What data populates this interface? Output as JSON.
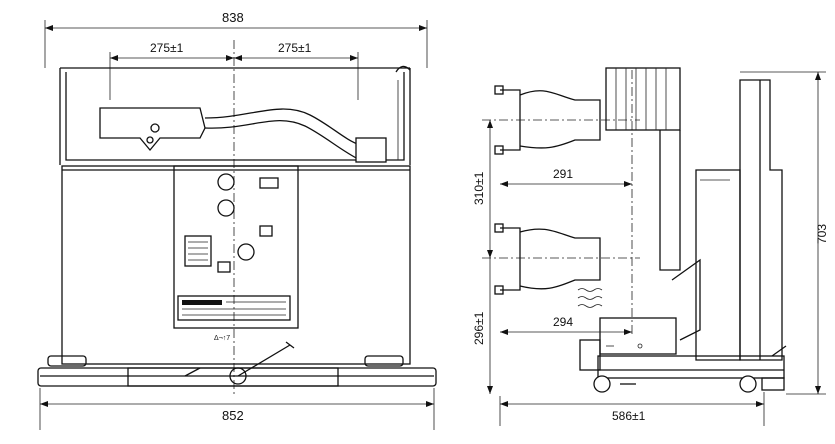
{
  "front_view": {
    "dim_top_width": "838",
    "dim_left_pitch": "275±1",
    "dim_right_pitch": "275±1",
    "dim_bottom_width": "852",
    "nameplate_text": "Δ¬↑7"
  },
  "side_view": {
    "dim_upper_depth": "291",
    "dim_lower_depth": "294",
    "dim_pole_spacing": "310±1",
    "dim_lower_height": "296±1",
    "dim_total_height": "703",
    "dim_base_depth": "586±1"
  },
  "colors": {
    "line": "#111111",
    "background": "#ffffff"
  }
}
